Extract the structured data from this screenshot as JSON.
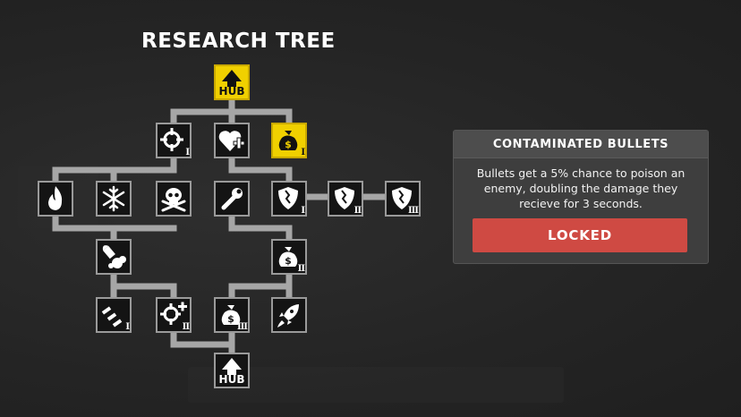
{
  "title": "RESEARCH TREE",
  "nodes": {
    "hub_top": {
      "icon": "arrow-up-icon",
      "label": "HUB",
      "state": "selected"
    },
    "crosshair_1": {
      "icon": "crosshair-icon",
      "tier": "I"
    },
    "heart_plus": {
      "icon": "heart-plus-icon"
    },
    "money_bag_1": {
      "icon": "money-bag-icon",
      "tier": "I",
      "state": "selected"
    },
    "fire": {
      "icon": "fire-icon"
    },
    "snowflake": {
      "icon": "snowflake-icon"
    },
    "skull": {
      "icon": "skull-crossbones-icon"
    },
    "wrench": {
      "icon": "wrench-icon"
    },
    "shield_1": {
      "icon": "cracked-shield-icon",
      "tier": "I"
    },
    "shield_2": {
      "icon": "cracked-shield-icon",
      "tier": "II"
    },
    "shield_3": {
      "icon": "cracked-shield-icon",
      "tier": "III"
    },
    "poison_bullet": {
      "icon": "poison-bullet-icon"
    },
    "money_bag_2": {
      "icon": "money-bag-icon",
      "tier": "II"
    },
    "bullets_1": {
      "icon": "bullets-icon",
      "tier": "I"
    },
    "crosshair_2": {
      "icon": "crosshair-plus-icon",
      "tier": "II"
    },
    "money_bag_3": {
      "icon": "money-bag-icon",
      "tier": "III"
    },
    "rocket": {
      "icon": "rocket-icon"
    },
    "hub_bottom": {
      "icon": "arrow-up-icon",
      "label": "HUB"
    }
  },
  "panel": {
    "title": "CONTAMINATED BULLETS",
    "description": "Bullets get a 5% chance to poison an enemy, doubling the damage they recieve for 3 seconds.",
    "button_label": "LOCKED"
  },
  "colors": {
    "background": "#262626",
    "selected": "#f0d000",
    "locked_button": "#cf4a43",
    "connector": "#a6a6a6"
  }
}
